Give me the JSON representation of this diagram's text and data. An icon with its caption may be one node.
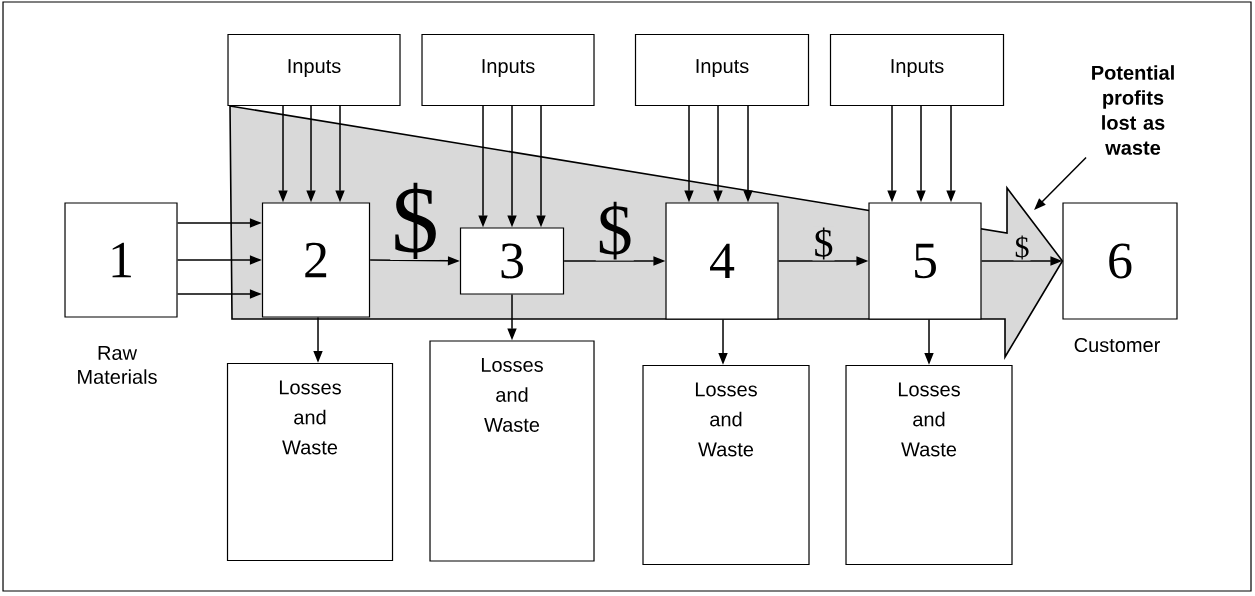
{
  "diagram": {
    "nodes": [
      {
        "text": [
          "1"
        ],
        "beside": [
          "Raw Materials"
        ]
      },
      {
        "text": [
          "2"
        ]
      },
      {
        "text": [
          "3"
        ]
      },
      {
        "text": [
          "4"
        ]
      },
      {
        "text": [
          "5"
        ]
      },
      {
        "text": [
          "6"
        ],
        "beside": [
          "Customer"
        ]
      },
      {
        "text": [
          "Inputs"
        ]
      },
      {
        "text": [
          "Inputs"
        ]
      },
      {
        "text": [
          "Inputs"
        ]
      },
      {
        "text": [
          "Inputs"
        ]
      },
      {
        "text": [
          "Losses and Waste"
        ]
      },
      {
        "text": [
          "Losses and Waste"
        ]
      },
      {
        "text": [
          "Losses and Waste"
        ]
      },
      {
        "text": [
          "Losses and Waste"
        ]
      },
      {
        "text": [
          "Potential profits lost as waste"
        ]
      }
    ],
    "edges": [
      {
        "from": 0,
        "to": 1,
        "arrow": "to"
      },
      {
        "from": 0,
        "to": 1,
        "arrow": "to"
      },
      {
        "from": 0,
        "to": 1,
        "arrow": "to"
      },
      {
        "from": 6,
        "to": 1,
        "arrow": "to"
      },
      {
        "from": 6,
        "to": 1,
        "arrow": "to"
      },
      {
        "from": 6,
        "to": 1,
        "arrow": "to"
      },
      {
        "from": 7,
        "to": 2,
        "arrow": "to"
      },
      {
        "from": 7,
        "to": 2,
        "arrow": "to"
      },
      {
        "from": 7,
        "to": 2,
        "arrow": "to"
      },
      {
        "from": 8,
        "to": 3,
        "arrow": "to"
      },
      {
        "from": 8,
        "to": 3,
        "arrow": "to"
      },
      {
        "from": 8,
        "to": 3,
        "arrow": "to"
      },
      {
        "from": 9,
        "to": 4,
        "arrow": "to"
      },
      {
        "from": 9,
        "to": 4,
        "arrow": "to"
      },
      {
        "from": 9,
        "to": 4,
        "arrow": "to"
      },
      {
        "from": 1,
        "to": 2,
        "arrow": "to",
        "label": "$"
      },
      {
        "from": 2,
        "to": 3,
        "arrow": "to",
        "label": "$"
      },
      {
        "from": 3,
        "to": 4,
        "arrow": "to",
        "label": "$"
      },
      {
        "from": 4,
        "to": 5,
        "arrow": "to",
        "label": "$"
      },
      {
        "from": 1,
        "to": 10,
        "arrow": "to"
      },
      {
        "from": 2,
        "to": 11,
        "arrow": "to"
      },
      {
        "from": 3,
        "to": 12,
        "arrow": "to"
      },
      {
        "from": 4,
        "to": 13,
        "arrow": "to"
      },
      {
        "from": 14,
        "to": null,
        "arrow": "to"
      },
      {
        "from": null,
        "to": 5,
        "arrow": "to",
        "style": "thick"
      }
    ]
  }
}
